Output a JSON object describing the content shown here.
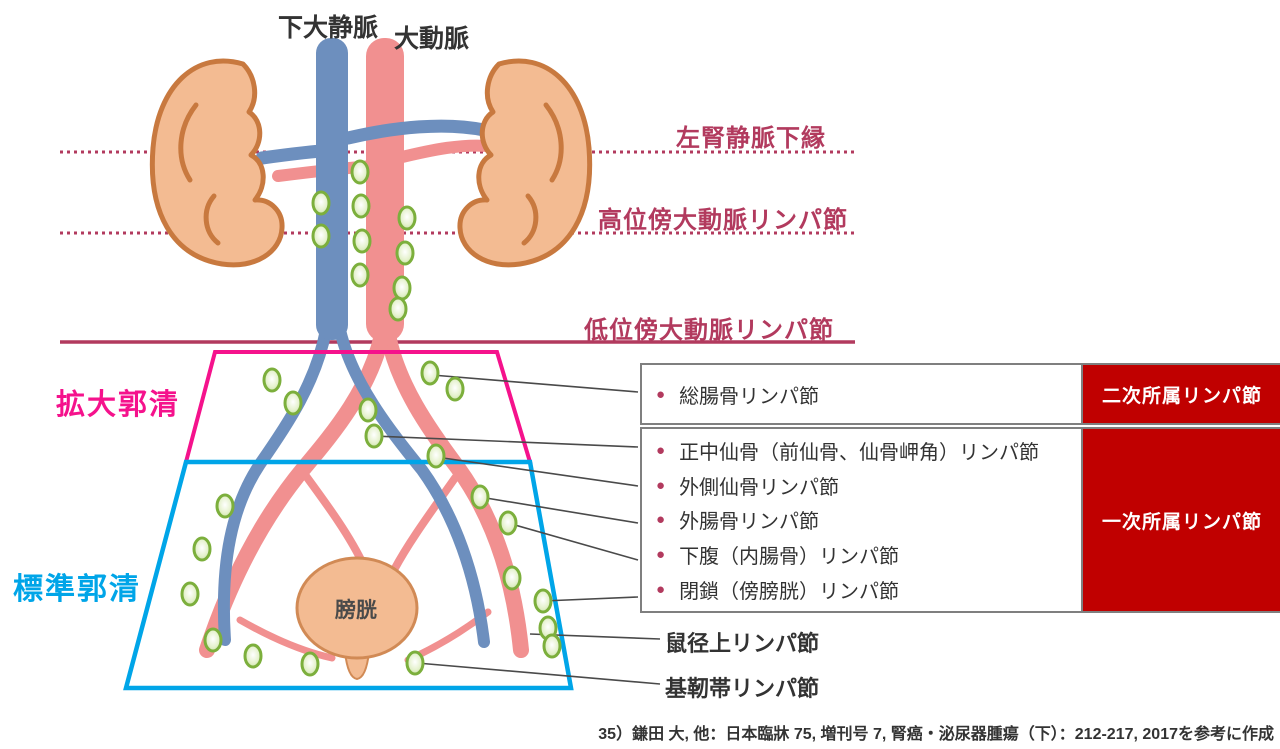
{
  "vessels": {
    "ivc_label": "下大静脈",
    "aorta_label": "大動脈"
  },
  "boundary_lines": [
    {
      "label": "左腎静脈下縁",
      "style": "dotted"
    },
    {
      "label": "高位傍大動脈リンパ節",
      "style": "dotted"
    },
    {
      "label": "低位傍大動脈リンパ節",
      "style": "solid"
    }
  ],
  "dissection": {
    "extended": {
      "label": "拡大郭清",
      "color": "#F5128C"
    },
    "standard": {
      "label": "標準郭清",
      "color": "#00A5E8"
    }
  },
  "organ": {
    "bladder": "膀胱"
  },
  "node_groups": {
    "secondary": {
      "tag": "二次所属リンパ節",
      "items": [
        "総腸骨リンパ節"
      ]
    },
    "primary": {
      "tag": "一次所属リンパ節",
      "items": [
        "正中仙骨（前仙骨、仙骨岬角）リンパ節",
        "外側仙骨リンパ節",
        "外腸骨リンパ節",
        "下腹（内腸骨）リンパ節",
        "閉鎖（傍膀胱）リンパ節"
      ]
    }
  },
  "callouts": {
    "suprainguinal": "鼠径上リンパ節",
    "cardinal_ligament": "基靭帯リンパ節"
  },
  "citation": "35）鎌田 大, 他：日本臨牀 75, 増刊号 7, 腎癌・泌尿器腫瘍（下）：212-217, 2017を参考に作成",
  "ui": {
    "bullet": "●"
  },
  "colors": {
    "boundary_crimson": "#B23A5E",
    "extended_pink": "#F5128C",
    "standard_blue": "#00A5E8",
    "tag_red": "#C00000",
    "artery": "#F19090",
    "vein": "#6D8FBE",
    "kidney_fill": "#F3BB92",
    "kidney_stroke": "#C8793F",
    "node_ring": "#7CAF3C"
  }
}
